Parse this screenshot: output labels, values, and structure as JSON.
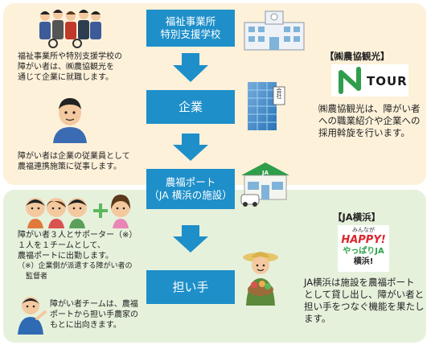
{
  "flow": {
    "box1_line1": "福祉事業所",
    "box1_line2": "特別支援学校",
    "box2": "企業",
    "box3_line1": "農福ポート",
    "box3_line2": "（JA 横浜の施設）",
    "box4": "担い手"
  },
  "left": {
    "text1_line1": "福祉事業所や特別支援学校の",
    "text1_line2": "障がい者は、㈱農協観光を",
    "text1_line3": "通じて企業に就職します。",
    "text2_line1": "障がい者は企業の従業員として",
    "text2_line2": "農福連携施策に従事します。",
    "text3_line1": "障がい者３人とサポーター（※）",
    "text3_line2": "１人を１チームとして、",
    "text3_line3": "農福ポートに出勤します。",
    "text3_note1": "（※）企業側が派遣する障がい者の",
    "text3_note2": "監督者",
    "text4_line1": "障がい者チームは、農福",
    "text4_line2": "ポートから担い手農家の",
    "text4_line3": "もとに出向きます。"
  },
  "right": {
    "label1": "【㈱農協観光】",
    "logo1_text": "TOUR",
    "text1_line1": "㈱農協観光は、障がい者",
    "text1_line2": "への職業紹介や企業への",
    "text1_line3": "採用斡旋を行います。",
    "label2": "【JA横浜】",
    "logo2_line1": "みんなが",
    "logo2_line2": "HAPPY!",
    "logo2_line3": "やっぱりJA",
    "logo2_line4": "横浜!",
    "text2_line1": "JA横浜は施設を農福ポート",
    "text2_line2": "として貸し出し、障がい者と",
    "text2_line3": "担い手をつなぐ機能を果たし",
    "text2_line4": "ます。"
  },
  "decor": {
    "building_sign": "会社",
    "ja_sign": "JA"
  },
  "colors": {
    "box_blue": "#1e8fc9",
    "arrow_blue": "#1e8fc9",
    "top_panel": "#fdf1da",
    "bottom_panel": "#e6f1dc",
    "logo_green": "#2ea04a",
    "logo_red": "#d9262c",
    "logo_yellow": "#f6d21e"
  }
}
